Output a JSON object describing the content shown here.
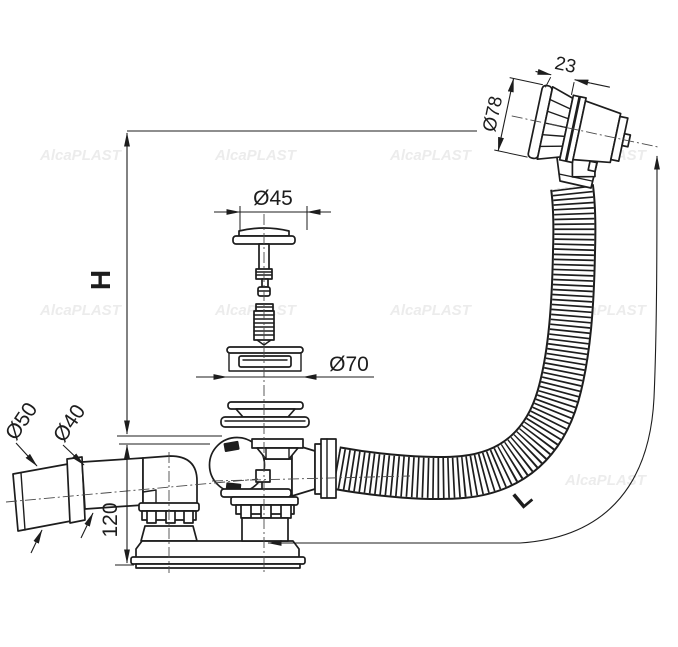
{
  "drawing": {
    "background": "#ffffff",
    "line_color": "#1d1d1d",
    "watermark": {
      "text": "AlcaPLAST",
      "color": "#ececec"
    },
    "dimensions": {
      "height_label": "H",
      "length_label": "L",
      "head_depth_label": "23",
      "head_diameter_label": "Ø78",
      "plug_diameter_label": "Ø45",
      "flange_diameter_label": "Ø70",
      "pipe_outer_diameter_label": "Ø50",
      "pipe_reduced_diameter_label": "Ø40",
      "body_height_label": "120"
    }
  }
}
